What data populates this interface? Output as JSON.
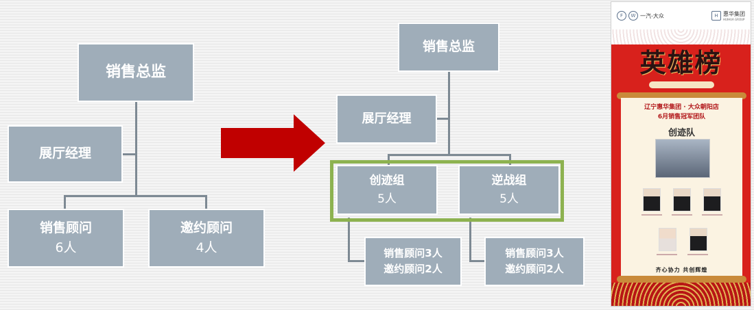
{
  "org_before": {
    "director": "销售总监",
    "showroom_manager": "展厅经理",
    "sales_consultant": {
      "title": "销售顾问",
      "count": "6人"
    },
    "invitation_consultant": {
      "title": "邀约顾问",
      "count": "4人"
    }
  },
  "org_after": {
    "director": "销售总监",
    "showroom_manager": "展厅经理",
    "group_a": {
      "name": "创迹组",
      "count": "5人"
    },
    "group_b": {
      "name": "逆战组",
      "count": "5人"
    },
    "group_a_detail": {
      "line1": "销售顾问3人",
      "line2": "邀约顾问2人"
    },
    "group_b_detail": {
      "line1": "销售顾问3人",
      "line2": "邀约顾问2人"
    }
  },
  "poster": {
    "logo_left": "一汽-大众",
    "logo_right": "惠华集团",
    "logo_right_sub": "HUIHUA GROUP",
    "title": "英雄榜",
    "line1": "辽宁惠华集团 · 大众朝阳店",
    "line2": "6月销售冠军团队",
    "team": "创迹队",
    "slogan": "齐心协力  共创辉煌"
  },
  "colors": {
    "box": "#9fadb9",
    "connector": "#7d8993",
    "arrow": "#c00000",
    "highlight": "#8db250",
    "poster_red": "#d8211c"
  }
}
